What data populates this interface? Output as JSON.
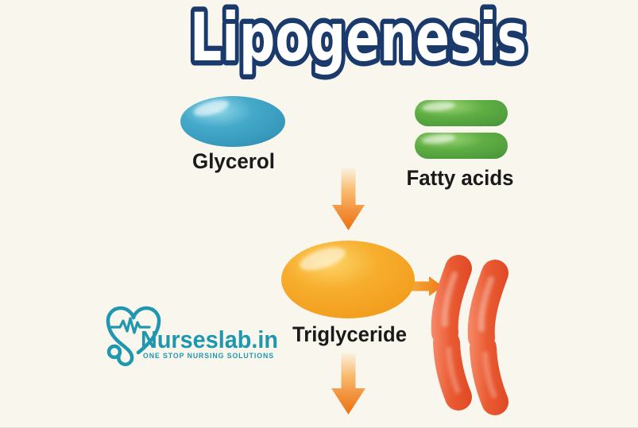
{
  "title": "Lipogenesis",
  "diagram": {
    "substrates": [
      {
        "name": "glycerol",
        "label": "Glycerol",
        "shape": "ellipse",
        "color": "#3fa6c6"
      },
      {
        "name": "fatty-acids",
        "label": "Fatty acids",
        "shape": "double-capsule",
        "color": "#5cab41"
      }
    ],
    "product": {
      "name": "triglyceride",
      "label": "Triglyceride",
      "shape": "ellipse",
      "color": "#f5a623"
    },
    "result": {
      "name": "stored-fat",
      "shape": "chromatid-pair",
      "color": "#e9502a"
    },
    "arrows": [
      {
        "name": "substrates-to-triglyceride",
        "direction": "down",
        "color": "#ee7114"
      },
      {
        "name": "triglyceride-to-stored-fat",
        "direction": "right",
        "color": "#ee7d15"
      },
      {
        "name": "triglyceride-continues",
        "direction": "down",
        "color": "#ee7114"
      }
    ]
  },
  "logo": {
    "brand": "Nurseslab.in",
    "tagline": "ONE STOP NURSING SOLUTIONS",
    "color": "#1f97ae",
    "icon": "heart-stethoscope-with-ekg"
  },
  "colors": {
    "background": "#f9f6ee",
    "title_fill": "#ffffff",
    "title_outline": "#1b3a6c",
    "label_text": "#1a1a1a"
  }
}
